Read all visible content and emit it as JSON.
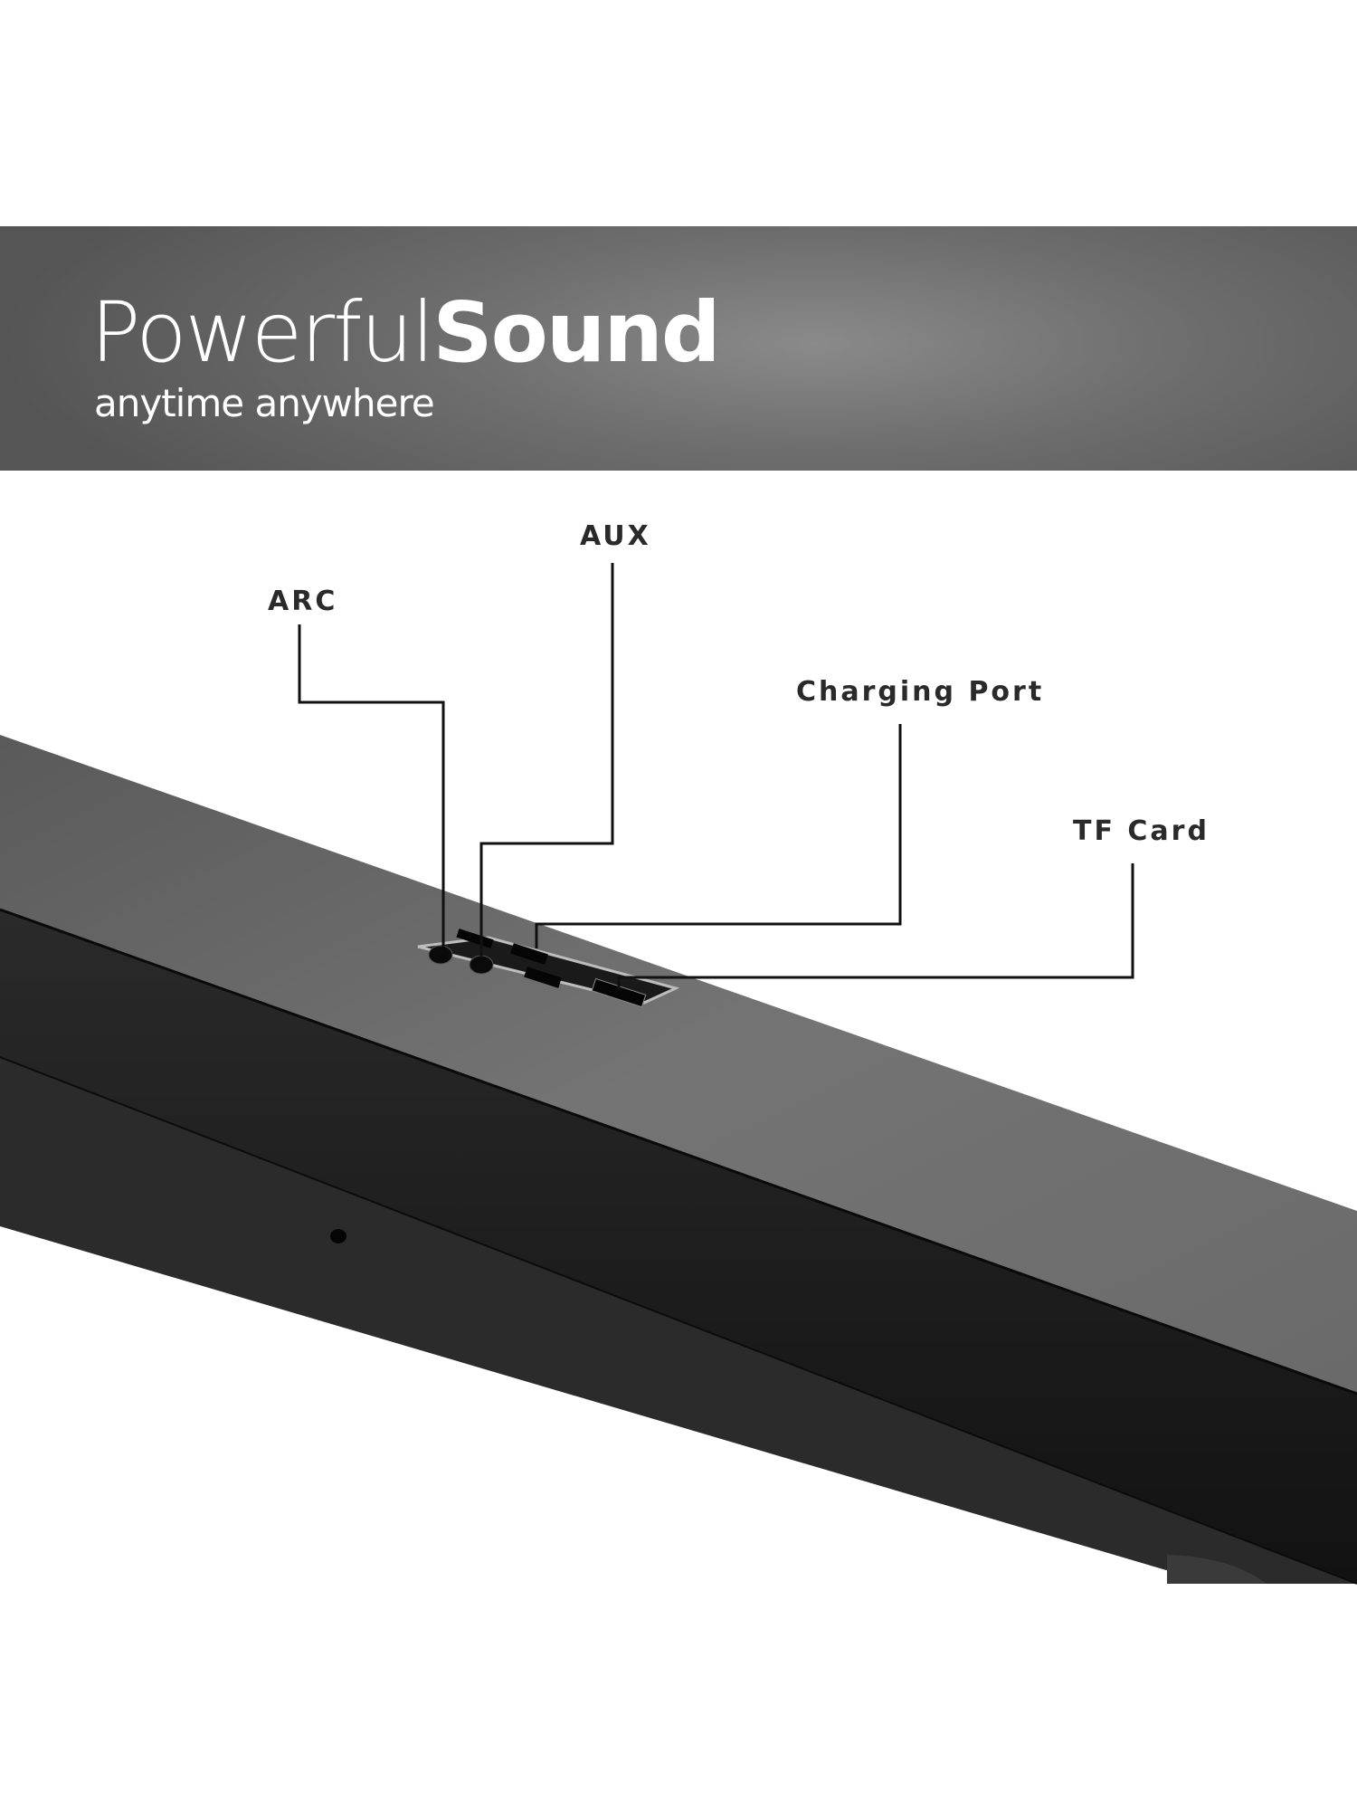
{
  "header": {
    "title_light": "Powerful",
    "title_bold": "Sound",
    "tagline": "anytime anywhere"
  },
  "ports": [
    {
      "label": "ARC"
    },
    {
      "label": "AUX"
    },
    {
      "label": "Charging Port"
    },
    {
      "label": "TF Card"
    }
  ],
  "colors": {
    "banner": "#6e6e6e",
    "soundbar_top": "#6f6f6f",
    "soundbar_front": "#1a1a1a",
    "callout_line": "#111111"
  }
}
